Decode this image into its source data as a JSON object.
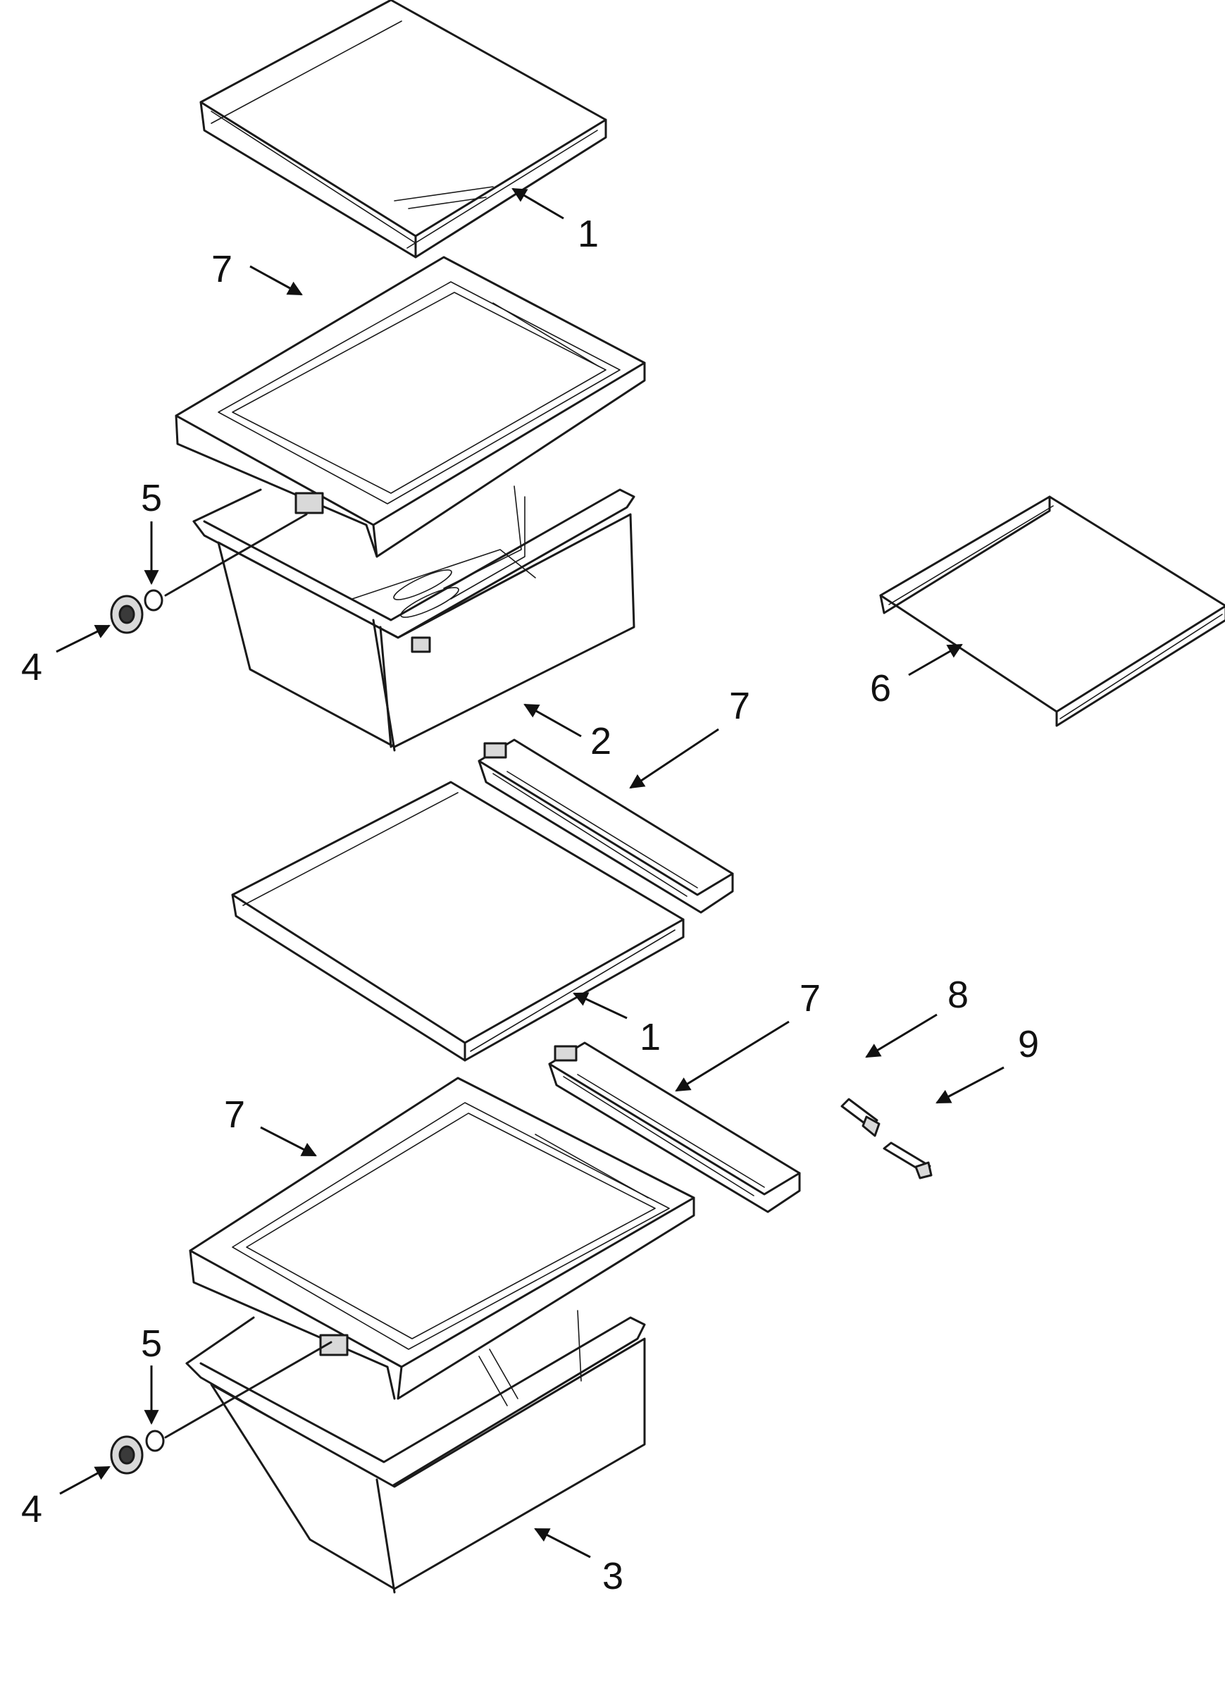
{
  "callouts": [
    {
      "id": "c1a",
      "label": "1"
    },
    {
      "id": "c7a",
      "label": "7"
    },
    {
      "id": "c5a",
      "label": "5"
    },
    {
      "id": "c4a",
      "label": "4"
    },
    {
      "id": "c2",
      "label": "2"
    },
    {
      "id": "c6",
      "label": "6"
    },
    {
      "id": "c7b",
      "label": "7"
    },
    {
      "id": "c1b",
      "label": "1"
    },
    {
      "id": "c7c",
      "label": "7"
    },
    {
      "id": "c8",
      "label": "8"
    },
    {
      "id": "c9",
      "label": "9"
    },
    {
      "id": "c7d",
      "label": "7"
    },
    {
      "id": "c5b",
      "label": "5"
    },
    {
      "id": "c4b",
      "label": "4"
    },
    {
      "id": "c3",
      "label": "3"
    }
  ]
}
